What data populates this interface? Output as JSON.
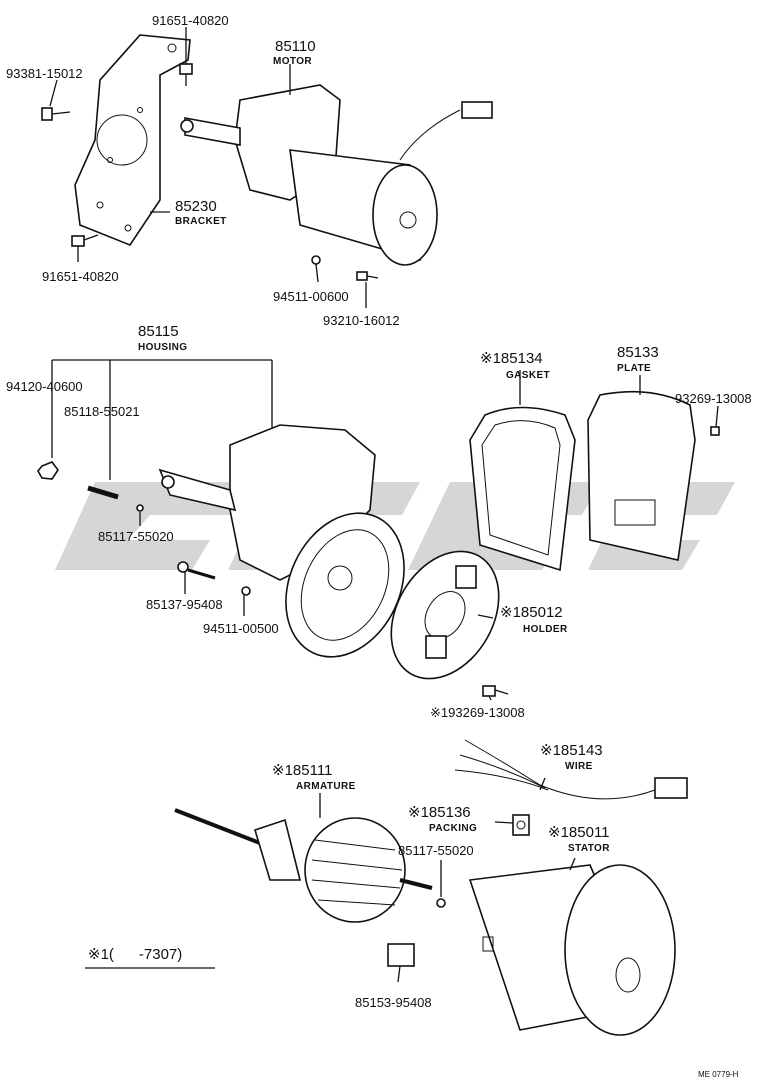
{
  "parts": {
    "p_91651_top": "91651-40820",
    "p_93381": "93381-15012",
    "p_85110": "85110",
    "p_85110_name": "MOTOR",
    "p_85230": "85230",
    "p_85230_name": "BRACKET",
    "p_91651_bot": "91651-40820",
    "p_94511_600": "94511-00600",
    "p_93210": "93210-16012",
    "p_85115": "85115",
    "p_85115_name": "HOUSING",
    "p_94120": "94120-40600",
    "p_85118": "85118-55021",
    "p_85117_a": "85117-55020",
    "p_85137": "85137-95408",
    "p_94511_500": "94511-00500",
    "p_85134": "※185134",
    "p_85134_name": "GASKET",
    "p_85133": "85133",
    "p_85133_name": "PLATE",
    "p_93269_a": "93269-13008",
    "p_85012": "※185012",
    "p_85012_name": "HOLDER",
    "p_93269_b": "※193269-13008",
    "p_85143": "※185143",
    "p_85143_name": "WIRE",
    "p_85111": "※185111",
    "p_85111_name": "ARMATURE",
    "p_85136": "※185136",
    "p_85136_name": "PACKING",
    "p_85117_b": "85117-55020",
    "p_85011": "※185011",
    "p_85011_name": "STATOR",
    "p_85153": "85153-95408"
  },
  "footnote": "※1(      -7307)",
  "drawing_code": "ME 0779-H",
  "colors": {
    "ink": "#111111",
    "watermark": "#d6d6d6"
  }
}
